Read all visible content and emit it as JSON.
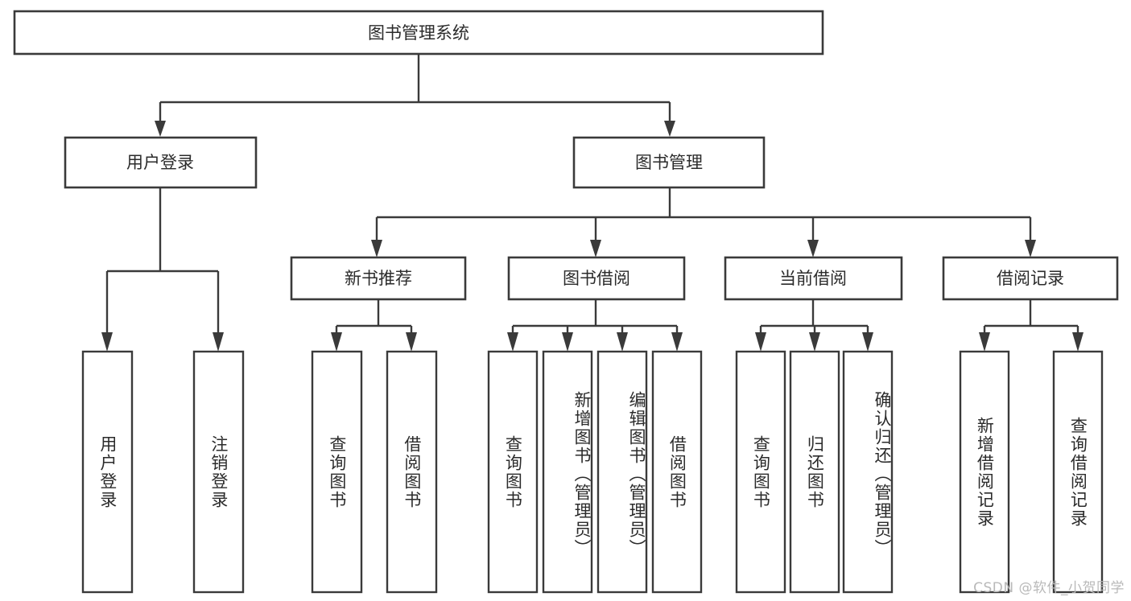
{
  "diagram": {
    "title": "图书管理系统",
    "type": "function-tree",
    "watermark": "CSDN @软件_小贺同学",
    "root": {
      "label": "图书管理系统"
    },
    "level1": [
      {
        "label": "用户登录"
      },
      {
        "label": "图书管理"
      }
    ],
    "level2": [
      {
        "label": "新书推荐"
      },
      {
        "label": "图书借阅"
      },
      {
        "label": "当前借阅"
      },
      {
        "label": "借阅记录"
      }
    ],
    "leaves": {
      "user_login": [
        {
          "label": "用户登录"
        },
        {
          "label": "注销登录"
        }
      ],
      "new_book_recommend": [
        {
          "label": "查询图书"
        },
        {
          "label": "借阅图书"
        }
      ],
      "book_borrow": [
        {
          "label": "查询图书"
        },
        {
          "label": "新增图书（管理员）"
        },
        {
          "label": "编辑图书（管理员）"
        },
        {
          "label": "借阅图书"
        }
      ],
      "current_borrow": [
        {
          "label": "查询图书"
        },
        {
          "label": "归还图书"
        },
        {
          "label": "确认归还（管理员）"
        }
      ],
      "borrow_record": [
        {
          "label": "新增借阅记录"
        },
        {
          "label": "查询借阅记录"
        }
      ]
    },
    "colors": {
      "stroke": "#3a3a3a",
      "fill": "#ffffff",
      "text": "#2b2b2b",
      "watermark": "#b9b9b9"
    }
  }
}
